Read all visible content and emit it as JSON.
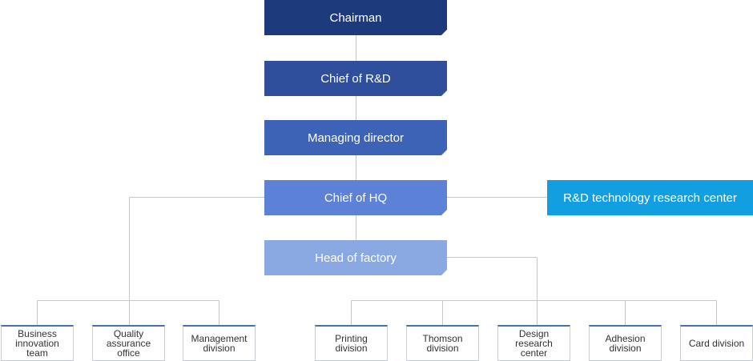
{
  "colors": {
    "chairman": "#1d3a7d",
    "chief_rd": "#2f4f9c",
    "managing": "#3c63b5",
    "chief_hq": "#5b82d6",
    "head_factory": "#8aa8e2",
    "rd_center": "#129fe0",
    "connector": "#c7c7c7"
  },
  "chart": {
    "chairman": "Chairman",
    "chief_rd": "Chief of R&D",
    "managing_director": "Managing director",
    "chief_hq": "Chief of HQ",
    "head_factory": "Head of factory",
    "rd_center": "R&D technology research center"
  },
  "left_units": [
    {
      "line1": "Business",
      "line2": "innovation",
      "line3": "team"
    },
    {
      "line1": "Quality",
      "line2": "assurance",
      "line3": "office"
    },
    {
      "line1": "Management",
      "line2": "division",
      "line3": ""
    }
  ],
  "factory_units": [
    {
      "line1": "Printing",
      "line2": "division",
      "line3": ""
    },
    {
      "line1": "Thomson",
      "line2": "division",
      "line3": ""
    },
    {
      "line1": "Design",
      "line2": "research",
      "line3": "center"
    },
    {
      "line1": "Adhesion",
      "line2": "division",
      "line3": ""
    },
    {
      "line1": "Card division",
      "line2": "",
      "line3": ""
    }
  ]
}
